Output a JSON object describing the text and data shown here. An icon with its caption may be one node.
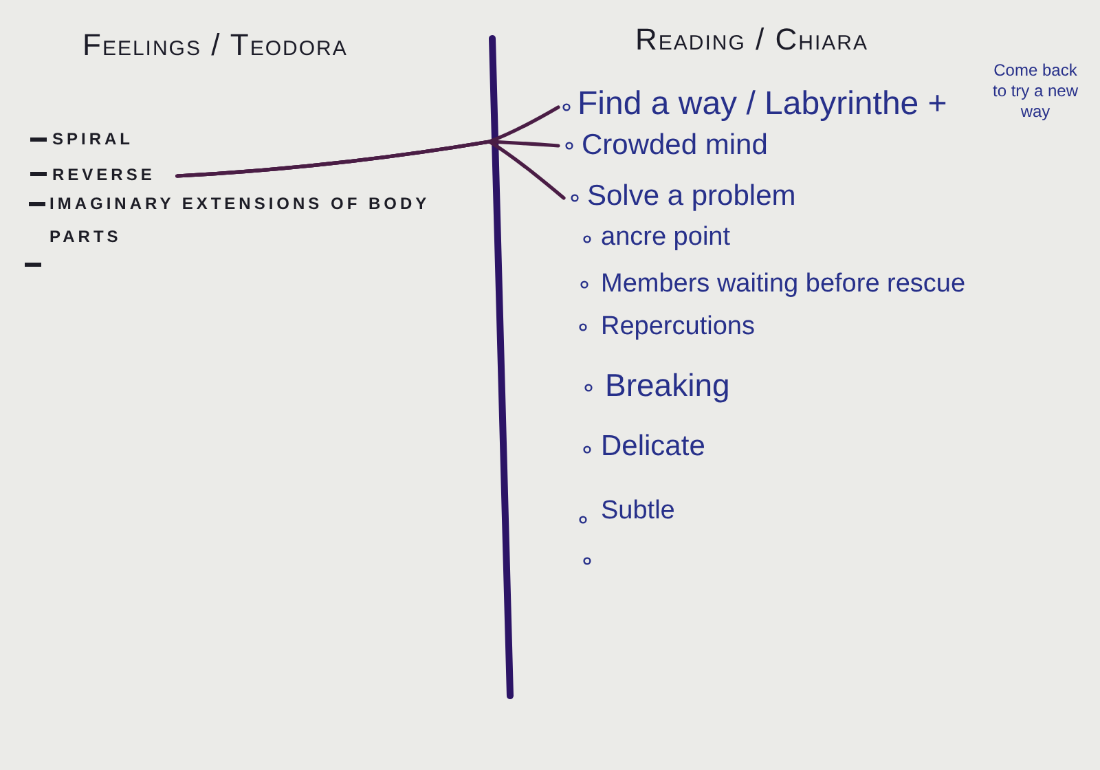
{
  "diagram": {
    "nodes": [
      {
        "text": [
          "REVERSE"
        ]
      },
      {
        "text": [
          "Find a way / Labyrinthe +",
          "Come back to try a new way"
        ]
      },
      {
        "text": [
          "Crowded mind"
        ]
      },
      {
        "text": [
          "Solve a problem"
        ]
      }
    ],
    "edges": [
      {
        "from": 0,
        "to": 1,
        "arrow": "none"
      },
      {
        "from": 0,
        "to": 2,
        "arrow": "none"
      },
      {
        "from": 0,
        "to": 3,
        "arrow": "none"
      }
    ],
    "labels": [
      "Feelings / Teodora",
      "Reading / Chiara",
      "SPIRAL",
      "IMAGINARY EXTENSIONS OF BODY PARTS",
      "ancre point",
      "Members waiting before rescue",
      "Repercutions",
      "Breaking",
      "Delicate",
      "Subtle"
    ]
  }
}
